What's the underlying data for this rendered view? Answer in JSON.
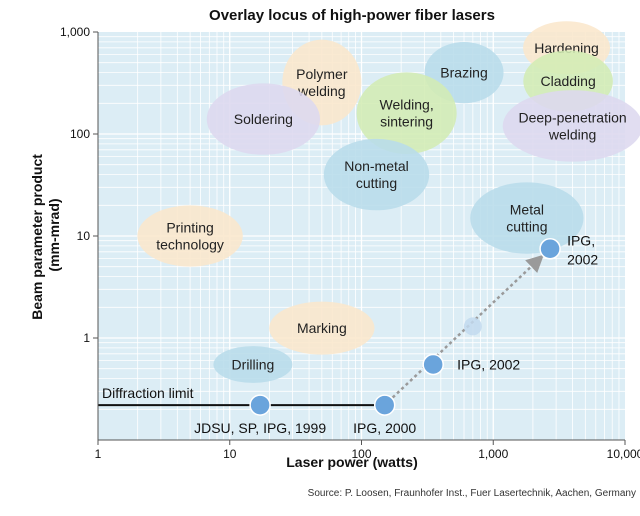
{
  "chart_data": {
    "type": "scatter",
    "title": "Overlay locus of high-power fiber lasers",
    "xlabel": "Laser power (watts)",
    "ylabel_line1": "Beam parameter product",
    "ylabel_line2": "(mm-mrad)",
    "x_scale": "log",
    "y_scale": "log",
    "xlim": [
      1,
      10000
    ],
    "ylim": [
      0.1,
      1000
    ],
    "x_ticks": [
      {
        "value": 1,
        "label": "1"
      },
      {
        "value": 10,
        "label": "10"
      },
      {
        "value": 100,
        "label": "100"
      },
      {
        "value": 1000,
        "label": "1,000"
      },
      {
        "value": 10000,
        "label": "10,000"
      }
    ],
    "y_ticks": [
      {
        "value": 1,
        "label": "1"
      },
      {
        "value": 10,
        "label": "10"
      },
      {
        "value": 100,
        "label": "100"
      },
      {
        "value": 1000,
        "label": "1,000"
      }
    ],
    "grid": true,
    "plot_background": "#dcedf5",
    "grid_color": "#ffffff",
    "regions": [
      {
        "lines": [
          "Polymer",
          "welding"
        ],
        "x": 50,
        "y": 320,
        "rx": 0.3,
        "ry": 0.42,
        "color": "#fbe7cc"
      },
      {
        "lines": [
          "Brazing"
        ],
        "x": 600,
        "y": 400,
        "rx": 0.3,
        "ry": 0.3,
        "color": "#b8dcea"
      },
      {
        "lines": [
          "Hardening"
        ],
        "x": 3600,
        "y": 700,
        "rx": 0.33,
        "ry": 0.26,
        "color": "#fbe7cc"
      },
      {
        "lines": [
          "Cladding"
        ],
        "x": 3700,
        "y": 330,
        "rx": 0.34,
        "ry": 0.3,
        "color": "#d3ecb4"
      },
      {
        "lines": [
          "Soldering"
        ],
        "x": 18,
        "y": 140,
        "rx": 0.43,
        "ry": 0.35,
        "color": "#ddd8ef"
      },
      {
        "lines": [
          "Welding,",
          "sintering"
        ],
        "x": 220,
        "y": 160,
        "rx": 0.38,
        "ry": 0.4,
        "color": "#d3ecb4"
      },
      {
        "lines": [
          "Deep-penetration",
          "welding"
        ],
        "x": 4000,
        "y": 120,
        "rx": 0.53,
        "ry": 0.35,
        "color": "#ddd8ef"
      },
      {
        "lines": [
          "Non-metal",
          "cutting"
        ],
        "x": 130,
        "y": 40,
        "rx": 0.4,
        "ry": 0.35,
        "color": "#b8dcea"
      },
      {
        "lines": [
          "Metal",
          "cutting"
        ],
        "x": 1800,
        "y": 15,
        "rx": 0.43,
        "ry": 0.35,
        "color": "#b8dcea"
      },
      {
        "lines": [
          "Printing",
          "technology"
        ],
        "x": 5,
        "y": 10,
        "rx": 0.4,
        "ry": 0.3,
        "color": "#fbe7cc"
      },
      {
        "lines": [
          "Marking"
        ],
        "x": 50,
        "y": 1.25,
        "rx": 0.4,
        "ry": 0.26,
        "color": "#fbe7cc"
      },
      {
        "lines": [
          "Drilling"
        ],
        "x": 15,
        "y": 0.55,
        "rx": 0.3,
        "ry": 0.18,
        "color": "#b8dcea"
      }
    ],
    "diffraction_limit": {
      "label": "Diffraction limit",
      "y": 0.22,
      "x_end": 150
    },
    "points": [
      {
        "x": 17,
        "y": 0.22,
        "label": "JDSU, SP, IPG, 1999"
      },
      {
        "x": 150,
        "y": 0.22,
        "label": "IPG, 2000"
      },
      {
        "x": 350,
        "y": 0.55,
        "label": "IPG, 2002"
      },
      {
        "x": 2700,
        "y": 7.5,
        "label": "IPG, 2002"
      }
    ],
    "trend_point": {
      "x": 700,
      "y": 1.3
    },
    "marker_color": "#6aa4dc",
    "source": "Source: P. Loosen, Fraunhofer Inst., Fuer Lasertechnik, Aachen, Germany"
  }
}
